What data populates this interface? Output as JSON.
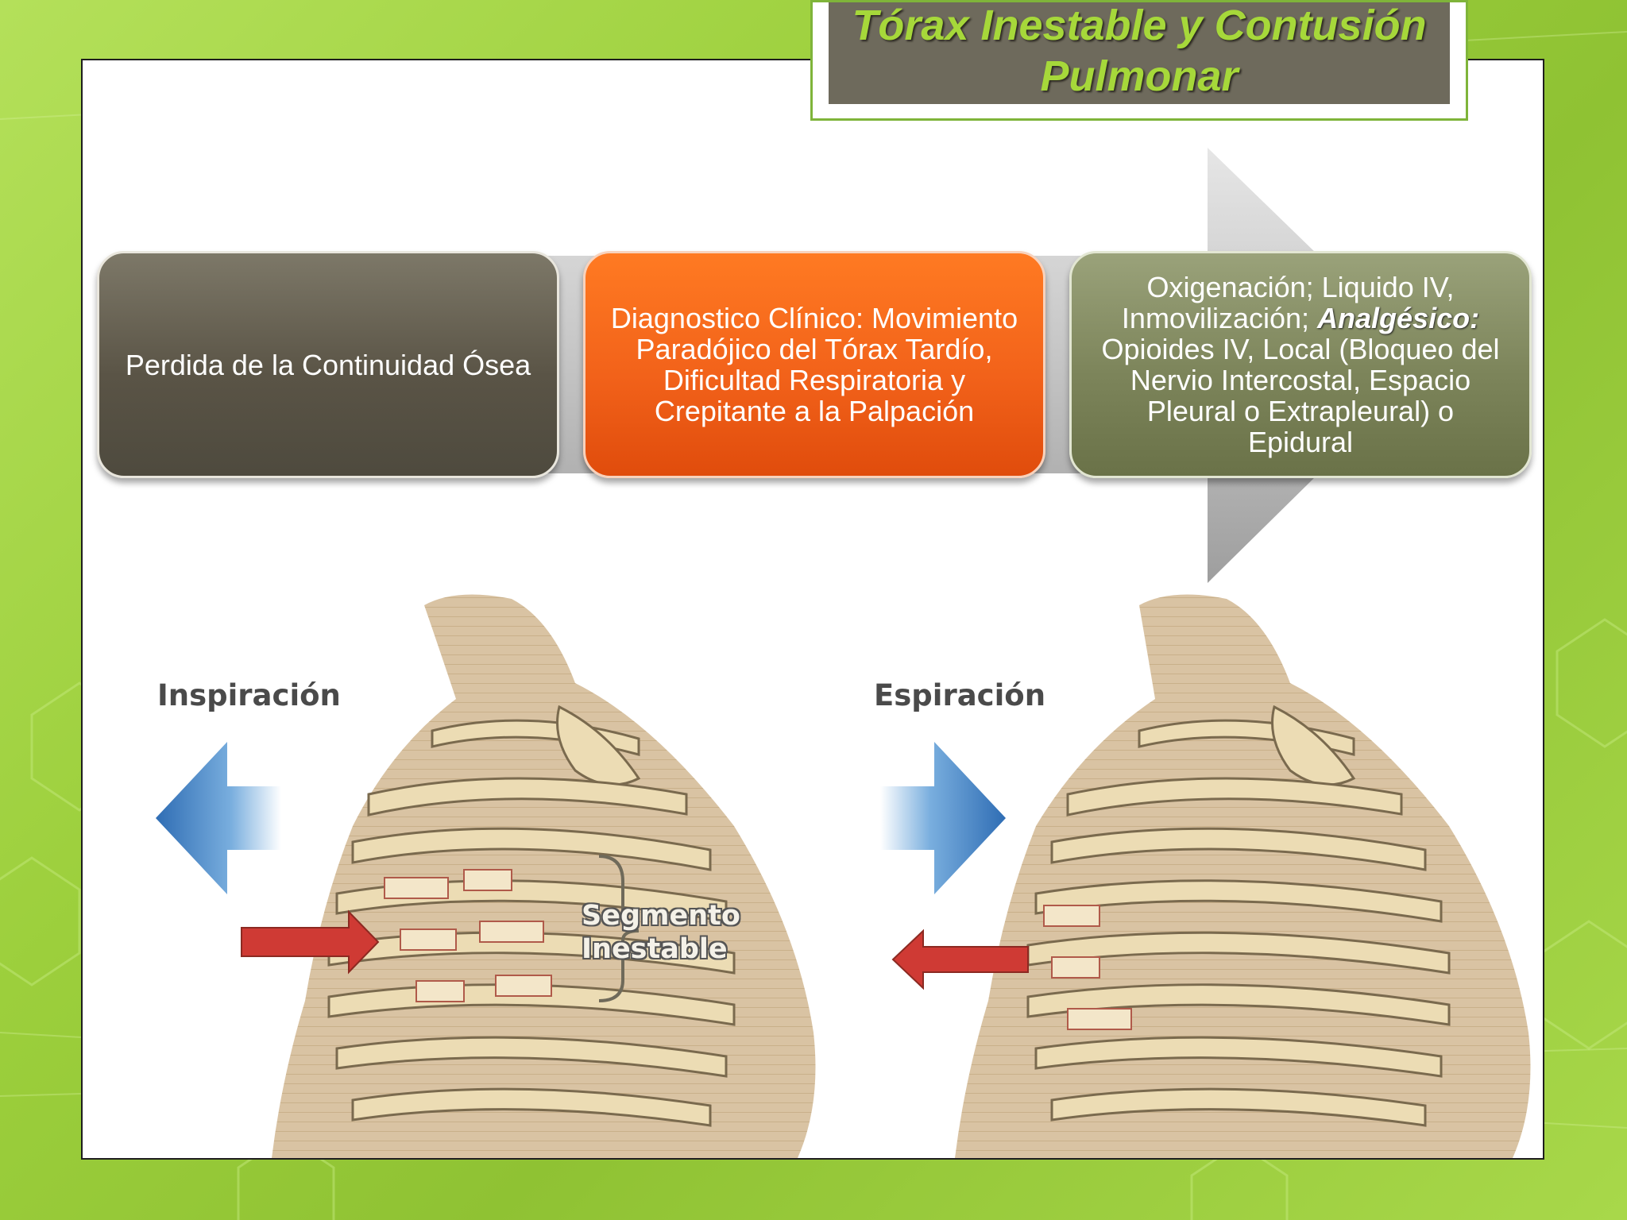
{
  "slide": {
    "title_line1": "Tórax Inestable y Contusión",
    "title_line2": "Pulmonar"
  },
  "flow": {
    "box1": "Perdida de la Continuidad Ósea",
    "box2": "Diagnostico Clínico: Movimiento Paradójico del Tórax Tardío, Dificultad Respiratoria y Crepitante a la Palpación",
    "box3_part1": "Oxigenación; Liquido IV, Inmovilización;",
    "box3_em": "Analgésico:",
    "box3_part2": "Opioides IV, Local (Bloqueo del Nervio Intercostal, Espacio Pleural o Extrapleural) o Epidural"
  },
  "illustration": {
    "label_left": "Inspiración",
    "label_right": "Espiración",
    "segment_label_line1": "Segmento",
    "segment_label_line2": "Inestable"
  },
  "colors": {
    "background": "#9ccf3c",
    "title_fill": "#6e6a5c",
    "title_text": "#a6d83a",
    "box1": "#5a5446",
    "box2": "#f2621a",
    "box3": "#7c845a"
  }
}
